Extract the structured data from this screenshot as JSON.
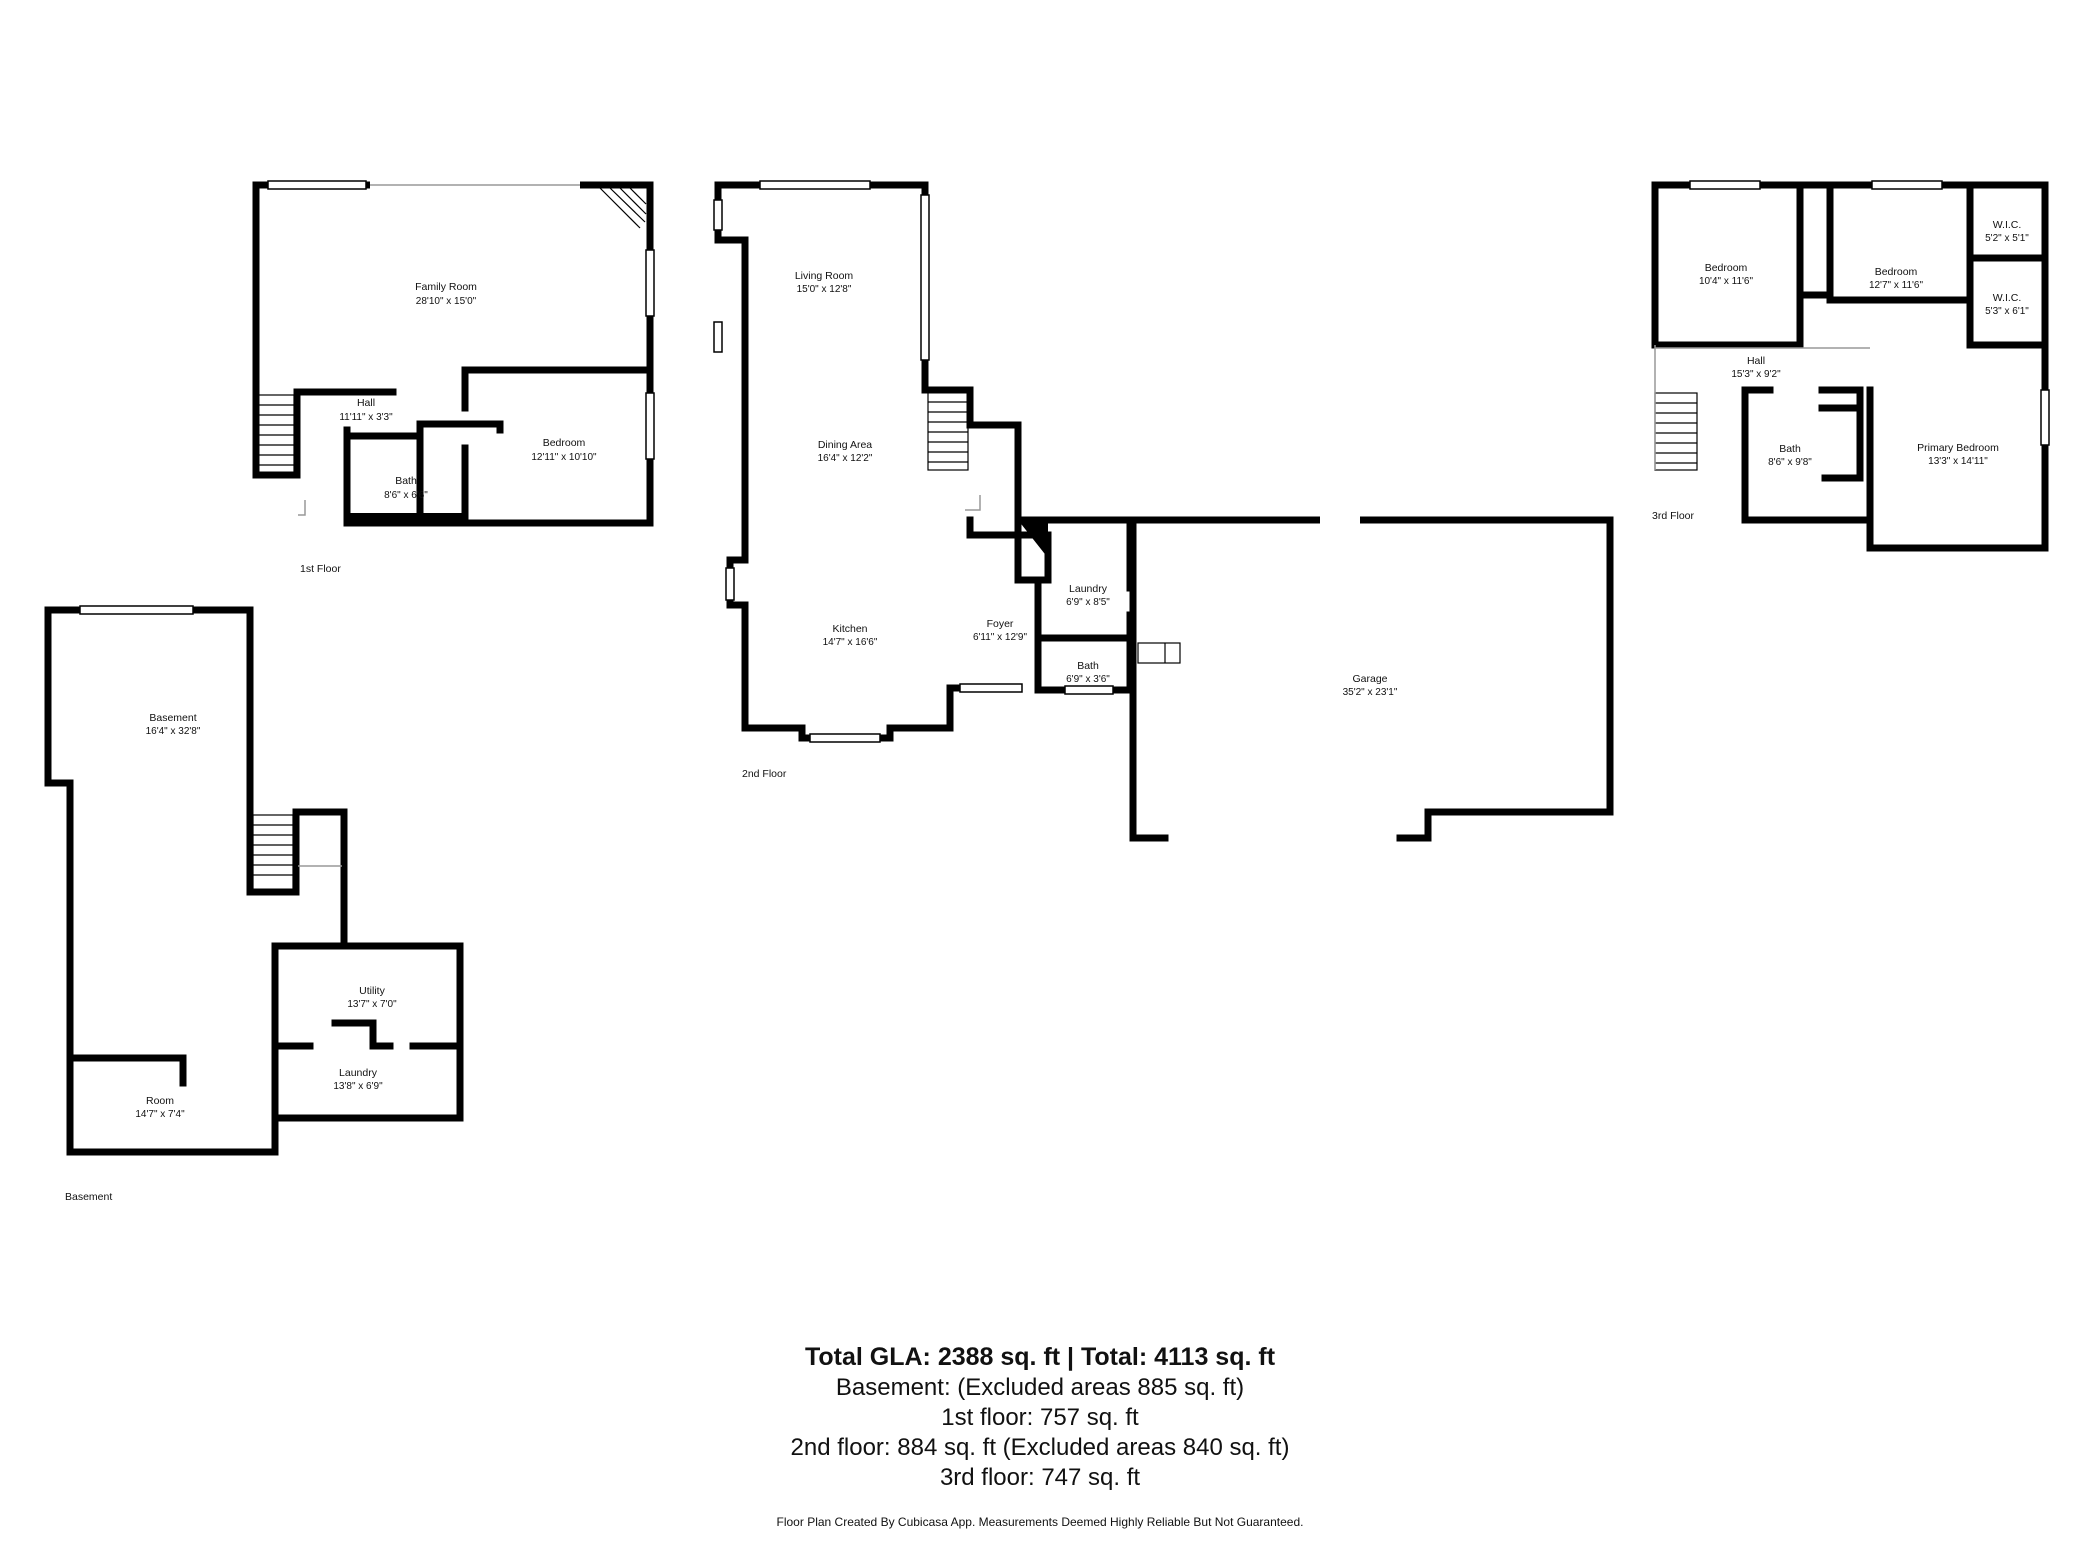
{
  "floors": [
    {
      "label": "1st Floor",
      "rooms": [
        {
          "id": "family-room",
          "name": "Family Room",
          "dims": "28'10\" x 15'0\""
        },
        {
          "id": "hall",
          "name": "Hall",
          "dims": "11'11\" x 3'3\""
        },
        {
          "id": "bath",
          "name": "Bath",
          "dims": "8'6\" x 6'6\""
        },
        {
          "id": "bedroom",
          "name": "Bedroom",
          "dims": "12'11\" x 10'10\""
        }
      ]
    },
    {
      "label": "2nd Floor",
      "rooms": [
        {
          "id": "living-room",
          "name": "Living Room",
          "dims": "15'0\" x 12'8\""
        },
        {
          "id": "dining-area",
          "name": "Dining Area",
          "dims": "16'4\" x 12'2\""
        },
        {
          "id": "kitchen",
          "name": "Kitchen",
          "dims": "14'7\" x 16'6\""
        },
        {
          "id": "foyer",
          "name": "Foyer",
          "dims": "6'11\" x 12'9\""
        },
        {
          "id": "laundry",
          "name": "Laundry",
          "dims": "6'9\" x 8'5\""
        },
        {
          "id": "bath",
          "name": "Bath",
          "dims": "6'9\" x 3'6\""
        },
        {
          "id": "garage",
          "name": "Garage",
          "dims": "35'2\" x 23'1\""
        }
      ]
    },
    {
      "label": "3rd Floor",
      "rooms": [
        {
          "id": "bedroom-a",
          "name": "Bedroom",
          "dims": "10'4\" x 11'6\""
        },
        {
          "id": "bedroom-b",
          "name": "Bedroom",
          "dims": "12'7\" x 11'6\""
        },
        {
          "id": "wic-a",
          "name": "W.I.C.",
          "dims": "5'2\" x 5'1\""
        },
        {
          "id": "wic-b",
          "name": "W.I.C.",
          "dims": "5'3\" x 6'1\""
        },
        {
          "id": "hall",
          "name": "Hall",
          "dims": "15'3\" x 9'2\""
        },
        {
          "id": "bath",
          "name": "Bath",
          "dims": "8'6\" x 9'8\""
        },
        {
          "id": "primary-bedroom",
          "name": "Primary Bedroom",
          "dims": "13'3\" x 14'11\""
        }
      ]
    },
    {
      "label": "Basement",
      "rooms": [
        {
          "id": "basement",
          "name": "Basement",
          "dims": "16'4\" x 32'8\""
        },
        {
          "id": "utility",
          "name": "Utility",
          "dims": "13'7\" x 7'0\""
        },
        {
          "id": "laundry",
          "name": "Laundry",
          "dims": "13'8\" x 6'9\""
        },
        {
          "id": "room",
          "name": "Room",
          "dims": "14'7\" x 7'4\""
        }
      ]
    }
  ],
  "summary": {
    "headline": "Total GLA: 2388 sq. ft | Total: 4113 sq. ft",
    "lines": [
      "Basement: (Excluded areas 885 sq. ft)",
      "1st floor: 757 sq. ft",
      "2nd floor: 884 sq. ft (Excluded areas 840 sq. ft)",
      "3rd floor: 747 sq. ft"
    ]
  },
  "footer": "Floor Plan Created By Cubicasa App. Measurements Deemed Highly Reliable But Not Guaranteed."
}
